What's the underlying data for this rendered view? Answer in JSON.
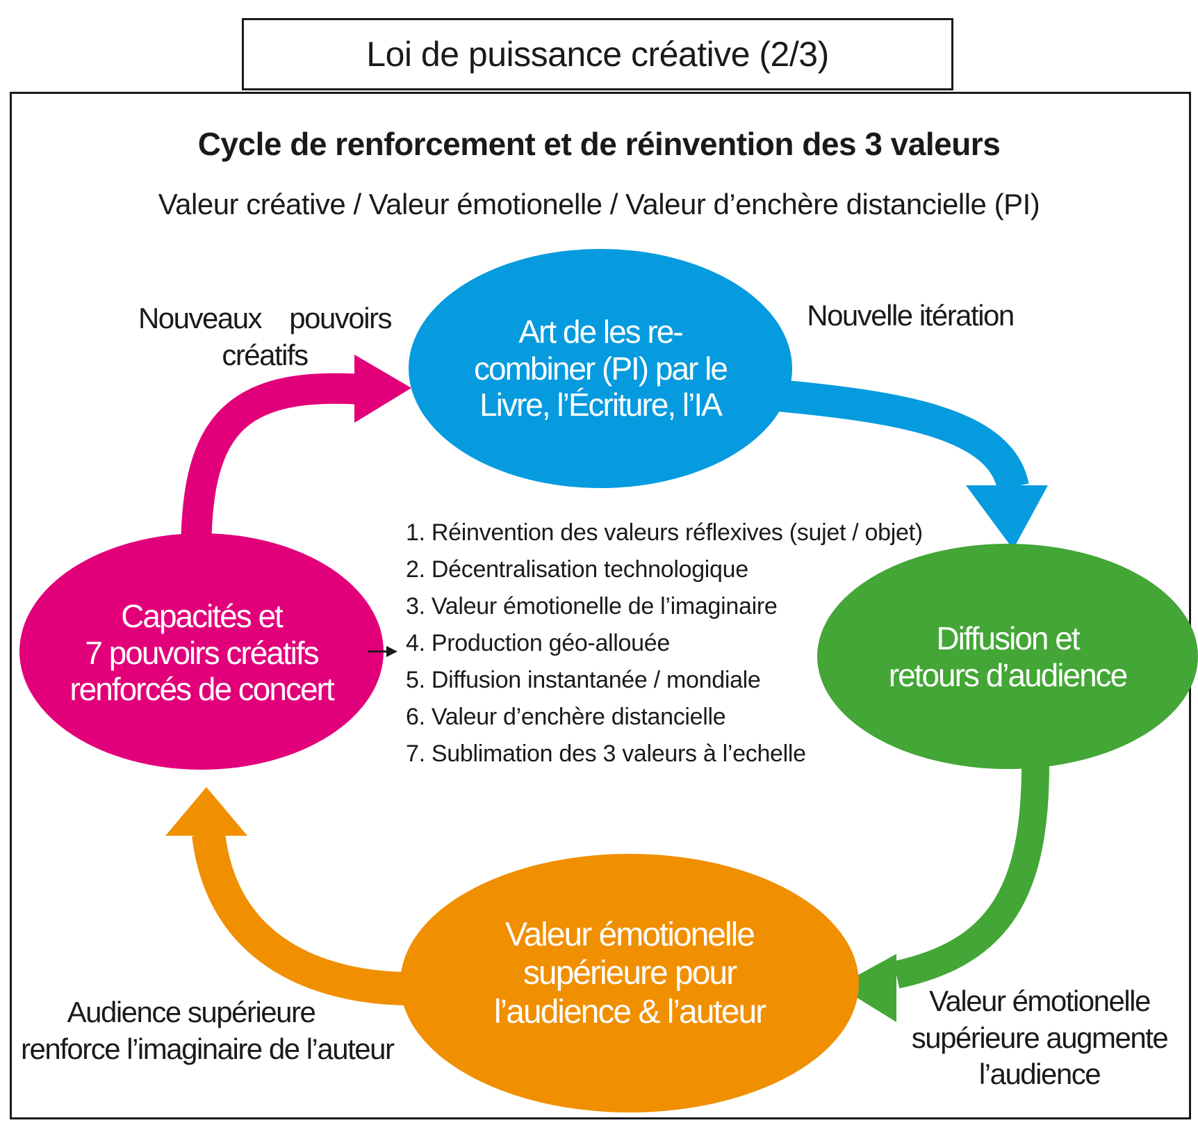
{
  "header": {
    "title": "Loi de puissance créative (2/3)"
  },
  "diagram": {
    "heading": "Cycle de renforcement et de réinvention des 3 valeurs",
    "subheading": "Valeur créative / Valeur émotionelle / Valeur d’enchère distancielle (PI)",
    "colors": {
      "blue": "#069bdf",
      "green": "#43a636",
      "orange": "#f08f00",
      "magenta": "#e2007a"
    },
    "nodes": {
      "top": {
        "lines": [
          "Art de les re-",
          "combiner (PI) par le",
          "Livre, l’Écriture, l’IA"
        ]
      },
      "right": {
        "lines": [
          "Diffusion et",
          "retours d’audience"
        ]
      },
      "bottom": {
        "lines": [
          "Valeur émotionelle",
          "supérieure pour",
          "l’audience & l’auteur"
        ]
      },
      "left": {
        "lines": [
          "Capacités et",
          "7 pouvoirs créatifs",
          "renforcés de concert"
        ]
      }
    },
    "edge_labels": {
      "top_right": [
        "Nouvelle itération"
      ],
      "top_left": [
        "Nouveaux pouvoirs",
        "créatifs"
      ],
      "bottom_right": [
        "Valeur émotionelle",
        "supérieure augmente",
        "l’audience"
      ],
      "bottom_left": [
        "Audience supérieure",
        "renforce l’imaginaire de l’auteur"
      ]
    },
    "steps": [
      "1. Réinvention des valeurs réflexives (sujet / objet)",
      "2. Décentralisation technologique",
      "3. Valeur émotionelle de l’imaginaire",
      "4. Production géo-allouée",
      "5. Diffusion instantanée / mondiale",
      "6. Valeur d’enchère distancielle",
      "7. Sublimation des 3 valeurs à l’echelle"
    ]
  }
}
